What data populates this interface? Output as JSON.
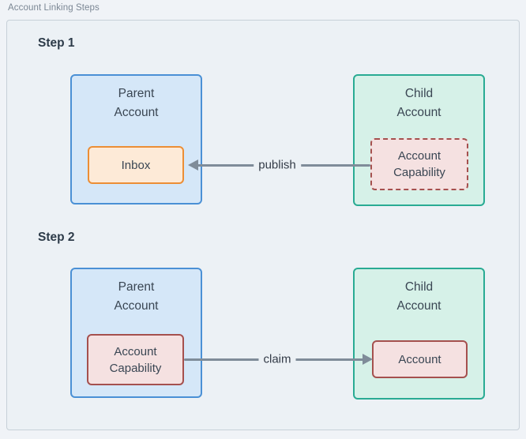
{
  "title": "Account Linking Steps",
  "steps": [
    {
      "heading": "Step 1",
      "parent_group": {
        "title": "Parent Account",
        "node": "Inbox"
      },
      "child_group": {
        "title": "Child Account",
        "node": "Account Capability"
      },
      "edge": {
        "label": "publish",
        "direction": "right-to-left"
      }
    },
    {
      "heading": "Step 2",
      "parent_group": {
        "title": "Parent Account",
        "node": "Account Capability"
      },
      "child_group": {
        "title": "Child Account",
        "node": "Account"
      },
      "edge": {
        "label": "claim",
        "direction": "left-to-right"
      }
    }
  ],
  "colors": {
    "panel_background": "#ecf1f5",
    "panel_border": "#c7d0d8",
    "parent_group_fill": "#d5e7f8",
    "parent_group_border": "#4a90d5",
    "child_group_fill": "#d6f1e8",
    "child_group_border": "#29ab93",
    "inbox_fill": "#fdead7",
    "inbox_border": "#ec8e35",
    "capability_fill": "#f5e1e1",
    "capability_border": "#a5504e",
    "arrow": "#7f8c99",
    "text": "#3a4653",
    "title_text": "#7b8794"
  }
}
